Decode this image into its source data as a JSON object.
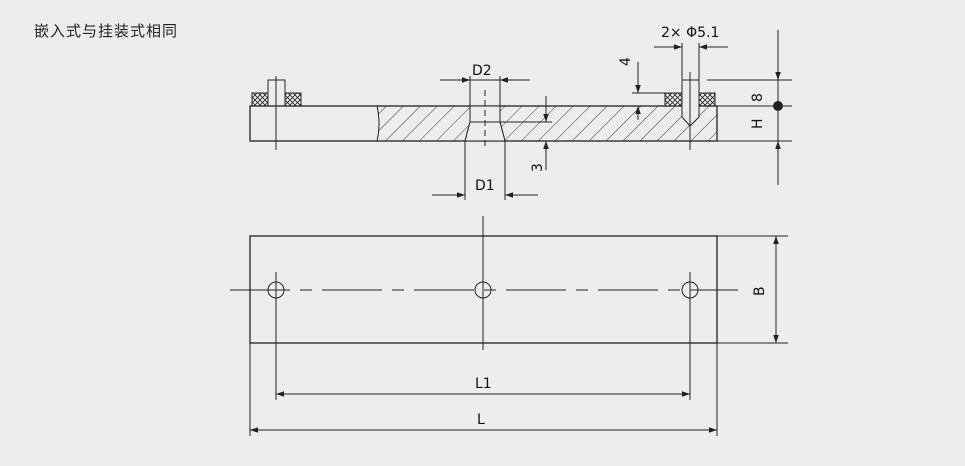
{
  "heading": "嵌入式与挂装式相同",
  "labels": {
    "hole_spec": "2× Φ5.1",
    "d2": "D2",
    "d1": "D1",
    "dim_4": "4",
    "dim_3": "3",
    "dim_8": "8",
    "dim_h": "H",
    "dim_b": "B",
    "dim_l1": "L1",
    "dim_l": "L"
  },
  "colors": {
    "background": "#ededed",
    "line": "#222222"
  }
}
